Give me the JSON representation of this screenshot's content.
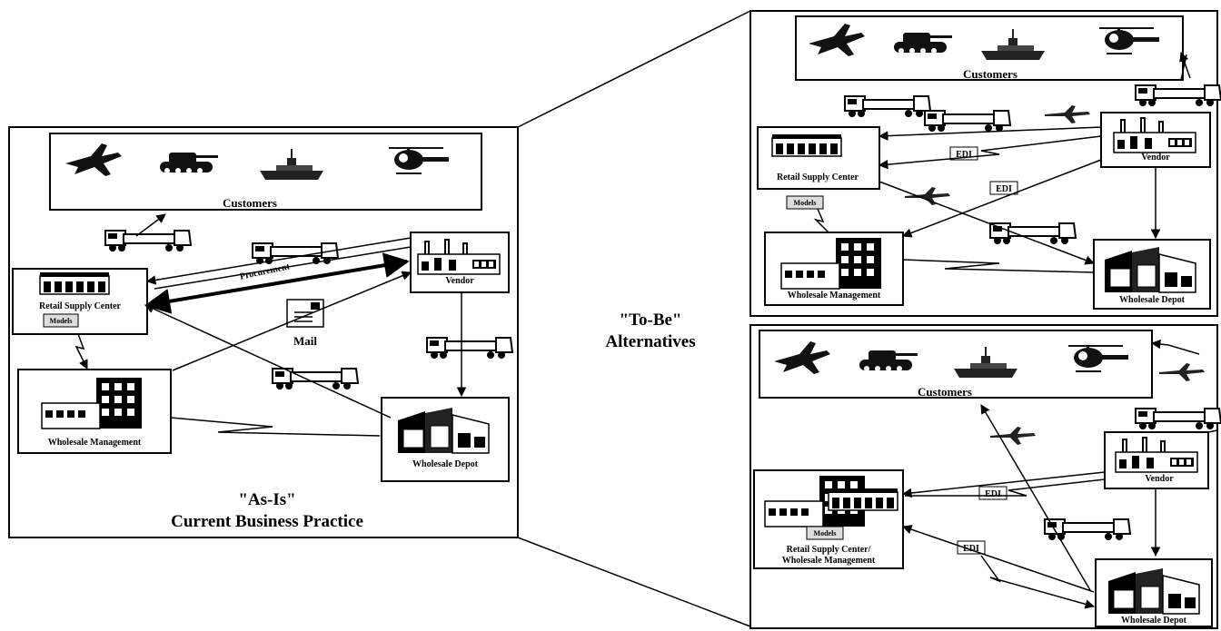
{
  "as_is": {
    "title_line1": "\"As-Is\"",
    "title_line2": "Current Business Practice",
    "customers": "Customers",
    "retail": "Retail Supply Center",
    "retail_sub": "Models",
    "vendor": "Vendor",
    "wholesale_mgmt": "Wholesale Management",
    "wholesale_depot": "Wholesale Depot",
    "procurement": "Procurement",
    "mail": "Mail"
  },
  "to_be": {
    "title_line1": "\"To-Be\"",
    "title_line2": "Alternatives"
  },
  "alt1": {
    "customers": "Customers",
    "retail": "Retail Supply Center",
    "vendor": "Vendor",
    "models": "Models",
    "wholesale_mgmt": "Wholesale Management",
    "wholesale_depot": "Wholesale Depot",
    "edi_1": "EDI",
    "edi_2": "EDI"
  },
  "alt2": {
    "customers": "Customers",
    "vendor": "Vendor",
    "models": "Models",
    "combined_line1": "Retail Supply Center/",
    "combined_line2": "Wholesale Management",
    "wholesale_depot": "Wholesale Depot",
    "edi_1": "EDI",
    "edi_2": "EDI"
  }
}
